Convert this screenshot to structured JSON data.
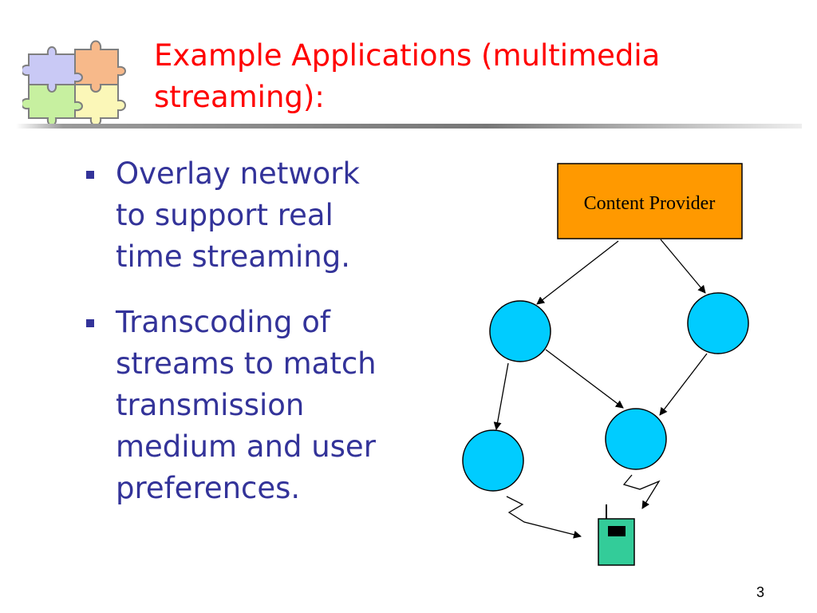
{
  "slide": {
    "title_line1": "Example Applications (multimedia",
    "title_line2": "streaming):",
    "bullets": [
      {
        "lines": [
          "Overlay network",
          "to support real",
          "time streaming."
        ]
      },
      {
        "lines": [
          "Transcoding of",
          "streams to match",
          "transmission",
          "medium and user",
          "preferences."
        ]
      }
    ],
    "page_number": "3"
  },
  "diagram": {
    "content_provider_label": "Content Provider",
    "colors": {
      "provider_fill": "#ff9900",
      "node_fill": "#00ccff",
      "device_fill": "#33cc99",
      "title": "#ff0000",
      "body_text": "#333399"
    }
  },
  "icons": {
    "logo": "puzzle-pieces-icon",
    "device": "mobile-device-icon"
  }
}
